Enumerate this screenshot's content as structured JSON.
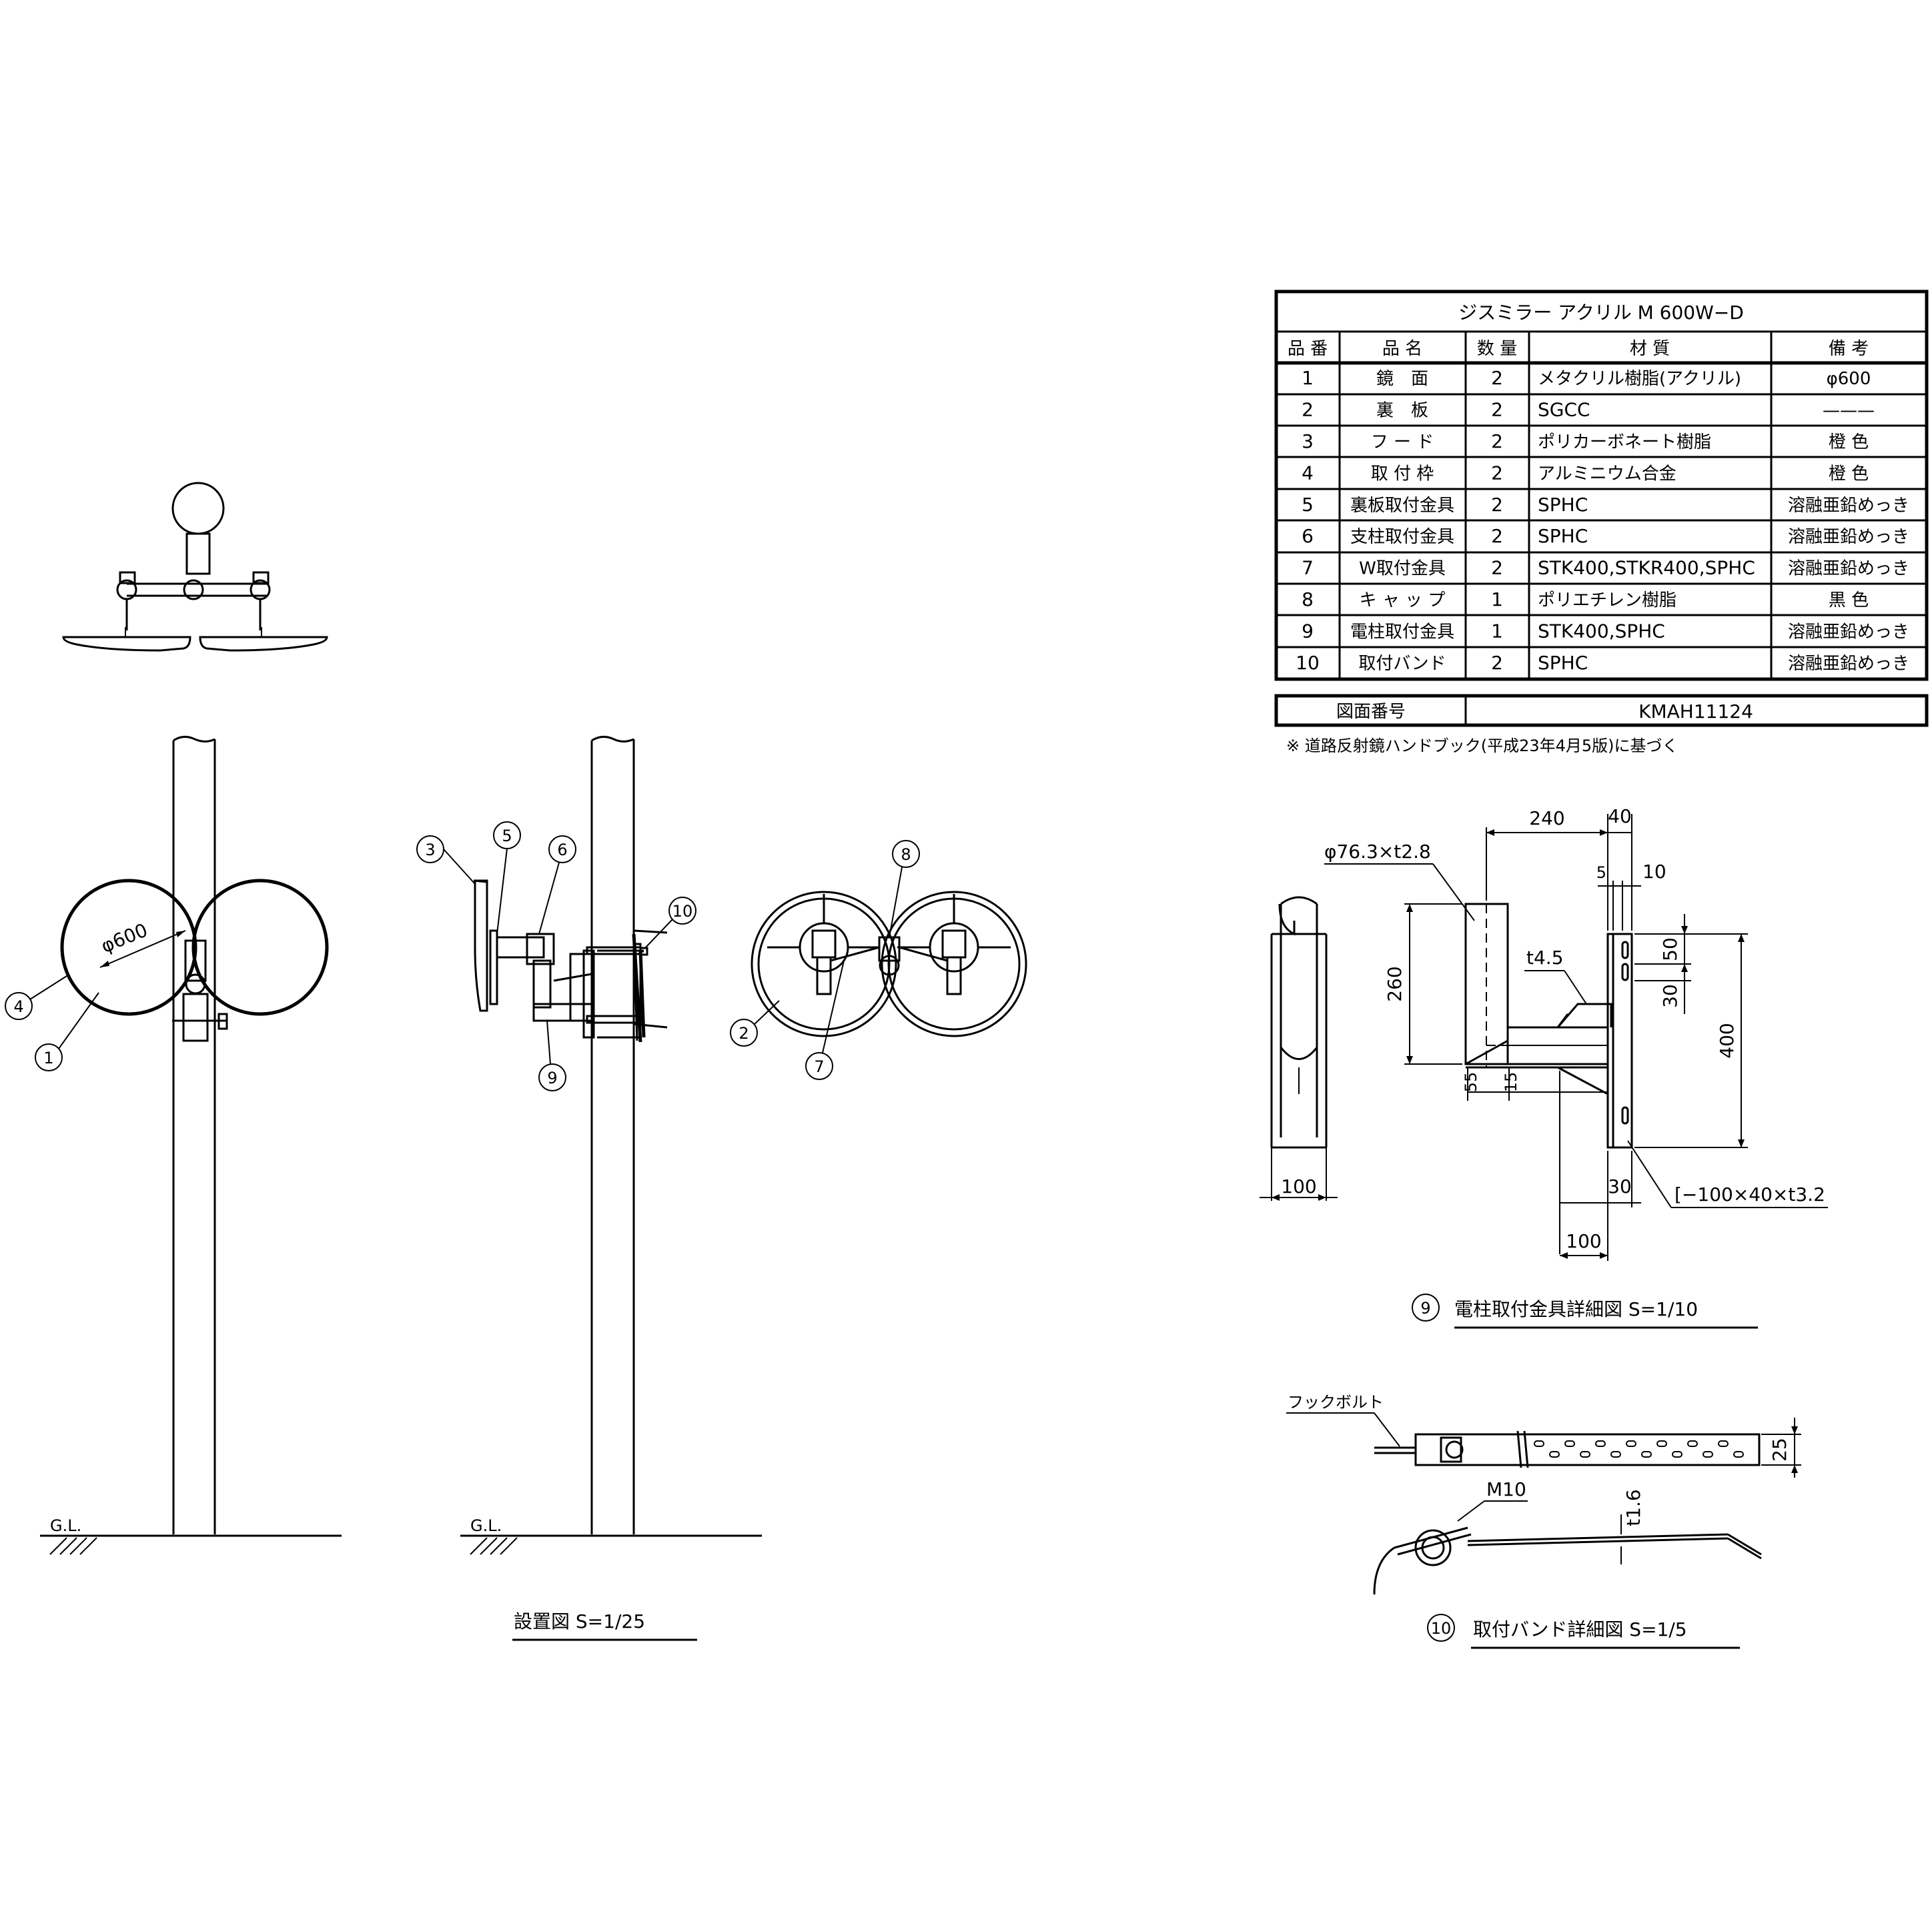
{
  "spec_table": {
    "title": "ジスミラー アクリル M 600W−D",
    "headers": [
      "品 番",
      "品 名",
      "数 量",
      "材 質",
      "備 考"
    ],
    "rows": [
      {
        "no": "1",
        "name": "鏡　面",
        "qty": "2",
        "material": "メタクリル樹脂(アクリル)",
        "note": "φ600"
      },
      {
        "no": "2",
        "name": "裏　板",
        "qty": "2",
        "material": "SGCC",
        "note": "———"
      },
      {
        "no": "3",
        "name": "フ ー ド",
        "qty": "2",
        "material": "ポリカーボネート樹脂",
        "note": "橙 色"
      },
      {
        "no": "4",
        "name": "取 付 枠",
        "qty": "2",
        "material": "アルミニウム合金",
        "note": "橙 色"
      },
      {
        "no": "5",
        "name": "裏板取付金具",
        "qty": "2",
        "material": "SPHC",
        "note": "溶融亜鉛めっき"
      },
      {
        "no": "6",
        "name": "支柱取付金具",
        "qty": "2",
        "material": "SPHC",
        "note": "溶融亜鉛めっき"
      },
      {
        "no": "7",
        "name": "W取付金具",
        "qty": "2",
        "material": "STK400,STKR400,SPHC",
        "note": "溶融亜鉛めっき"
      },
      {
        "no": "8",
        "name": "キ ャ ッ プ",
        "qty": "1",
        "material": "ポリエチレン樹脂",
        "note": "黒 色"
      },
      {
        "no": "9",
        "name": "電柱取付金具",
        "qty": "1",
        "material": "STK400,SPHC",
        "note": "溶融亜鉛めっき"
      },
      {
        "no": "10",
        "name": "取付バンド",
        "qty": "2",
        "material": "SPHC",
        "note": "溶融亜鉛めっき"
      }
    ],
    "drawing_number_label": "図面番号",
    "drawing_number": "KMAH11124",
    "footnote": "※ 道路反射鏡ハンドブック(平成23年4月5版)に基づく"
  },
  "installation_view": {
    "caption": "設置図 S=1/25",
    "ground_label": "G.L.",
    "diameter_label": "φ600",
    "callouts": [
      "1",
      "2",
      "3",
      "4",
      "5",
      "6",
      "7",
      "8",
      "9",
      "10"
    ]
  },
  "bracket_detail": {
    "badge": "9",
    "caption": "電柱取付金具詳細図 S=1/10",
    "pipe_label": "φ76.3×t2.8",
    "plate_label": "t4.5",
    "channel_label": "[−100×40×t3.2",
    "dims": {
      "d240": "240",
      "d40": "40",
      "d5": "5",
      "d10": "10",
      "d260": "260",
      "d50": "50",
      "d30a": "30",
      "d400": "400",
      "d55": "55",
      "d15": "15",
      "d30b": "30",
      "d100a": "100",
      "d100b": "100"
    }
  },
  "band_detail": {
    "badge": "10",
    "caption": "取付バンド詳細図 S=1/5",
    "hook_bolt_label": "フックボルト",
    "bolt_label": "M10",
    "thickness_label": "t1.6",
    "width_label": "25"
  }
}
